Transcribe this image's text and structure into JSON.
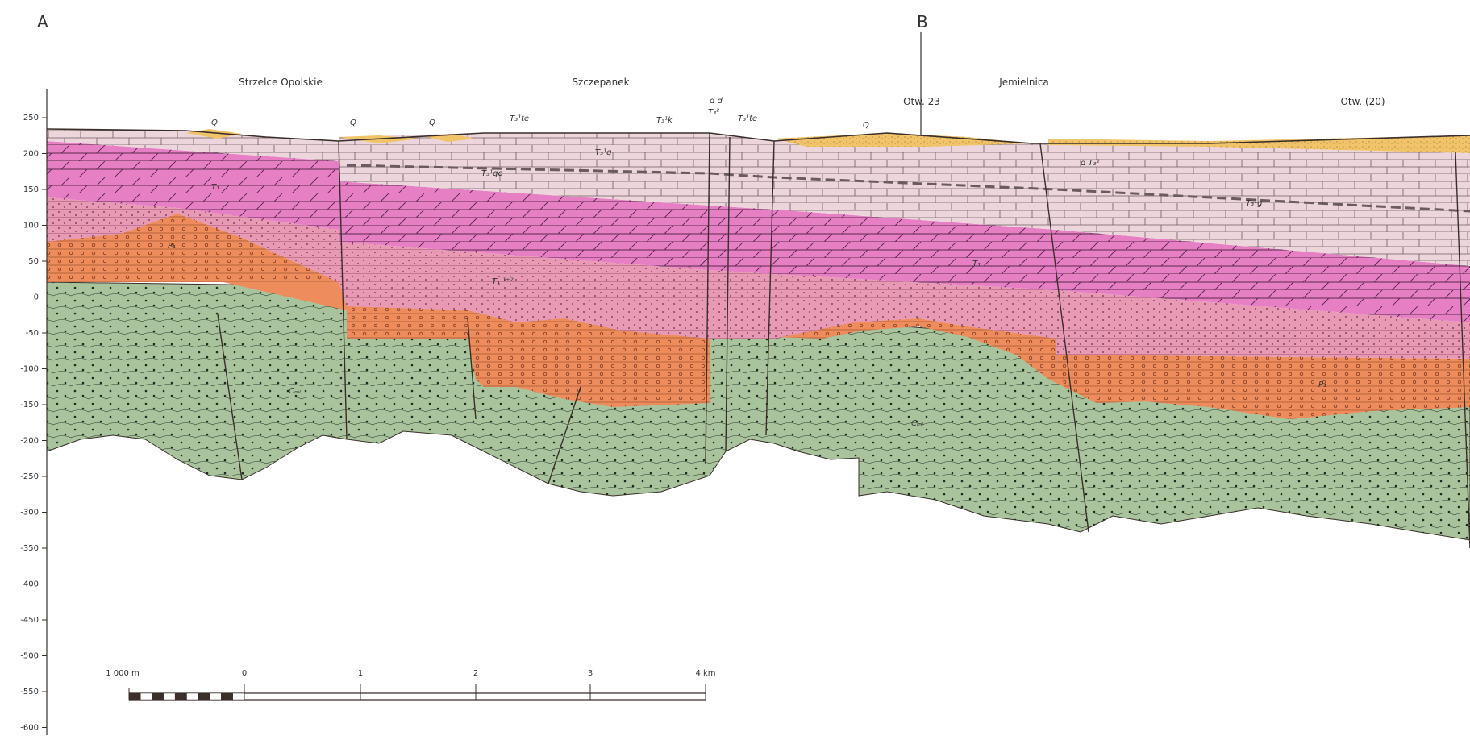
{
  "section_letters": {
    "start": "A",
    "mid": "B"
  },
  "axis": {
    "ticks": [
      250,
      200,
      150,
      100,
      50,
      0,
      -50,
      -100,
      -150,
      -200,
      -250,
      -300,
      -350,
      -400,
      -450,
      -500,
      -550,
      -600
    ]
  },
  "places": [
    "Strzelce Opolskie",
    "Szczepanek",
    "Otw. 23",
    "Jemielnica",
    "Otw. (20)"
  ],
  "unit_labels": {
    "q": [
      "Q",
      "Q",
      "Q",
      "Q"
    ],
    "t3te_a": "T₃¹te",
    "t3g_a": "T₃¹g",
    "t3go": "T₃¹go",
    "t3k": "T₃¹k",
    "t3a2": "T₃²",
    "t3te_b": "T₃¹te",
    "t3g_b": "T₃¹g",
    "t1_a": "T₁",
    "t1_b": "T₁",
    "t12": "T₁ ¹⁺²",
    "p1_a": "P₁",
    "p1_b": "P₁",
    "cml_a": "Cₘₗ",
    "cml_b": "Cₘₗ",
    "d_marks": "d d",
    "d3": "d T₃²"
  },
  "scale": {
    "labels": [
      "1 000 m",
      "0",
      "1",
      "2",
      "3",
      "4 km"
    ]
  },
  "colors": {
    "quaternary": "#f2c46a",
    "muschelkalk": "#ecd6dc",
    "lower_triassic_dolomite": "#e77fc4",
    "buntsandstein": "#e89ab4",
    "permian": "#ef8c5c",
    "carboniferous": "#a9c39c",
    "line": "#3a2f2a"
  }
}
